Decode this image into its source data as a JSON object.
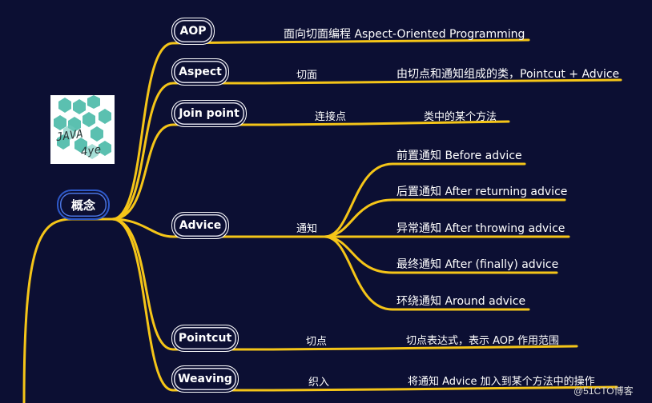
{
  "root": {
    "label": "概念"
  },
  "logo": {
    "line1": "JAVA",
    "line2": "4ye"
  },
  "branches": [
    {
      "key": "aop",
      "label": "AOP",
      "mid": "",
      "desc": "面向切面编程 Aspect-Oriented Programming"
    },
    {
      "key": "aspect",
      "label": "Aspect",
      "mid": "切面",
      "desc": "由切点和通知组成的类，Pointcut + Advice"
    },
    {
      "key": "joinpoint",
      "label": "Join point",
      "mid": "连接点",
      "desc": "类中的某个方法"
    },
    {
      "key": "advice",
      "label": "Advice",
      "mid": "通知",
      "desc": ""
    },
    {
      "key": "pointcut",
      "label": "Pointcut",
      "mid": "切点",
      "desc": "切点表达式，表示 AOP 作用范围"
    },
    {
      "key": "weaving",
      "label": "Weaving",
      "mid": "织入",
      "desc": "将通知 Advice 加入到某个方法中的操作"
    }
  ],
  "advice_types": [
    "前置通知 Before advice",
    "后置通知 After returning advice",
    "异常通知 After throwing advice",
    "最终通知 After (finally) advice",
    "环绕通知 Around advice"
  ],
  "watermark": "@51CTO博客",
  "colors": {
    "background": "#0c0f33",
    "connector": "#f5c518",
    "root_border": "#2d58c8",
    "node_border": "#ffffff"
  }
}
